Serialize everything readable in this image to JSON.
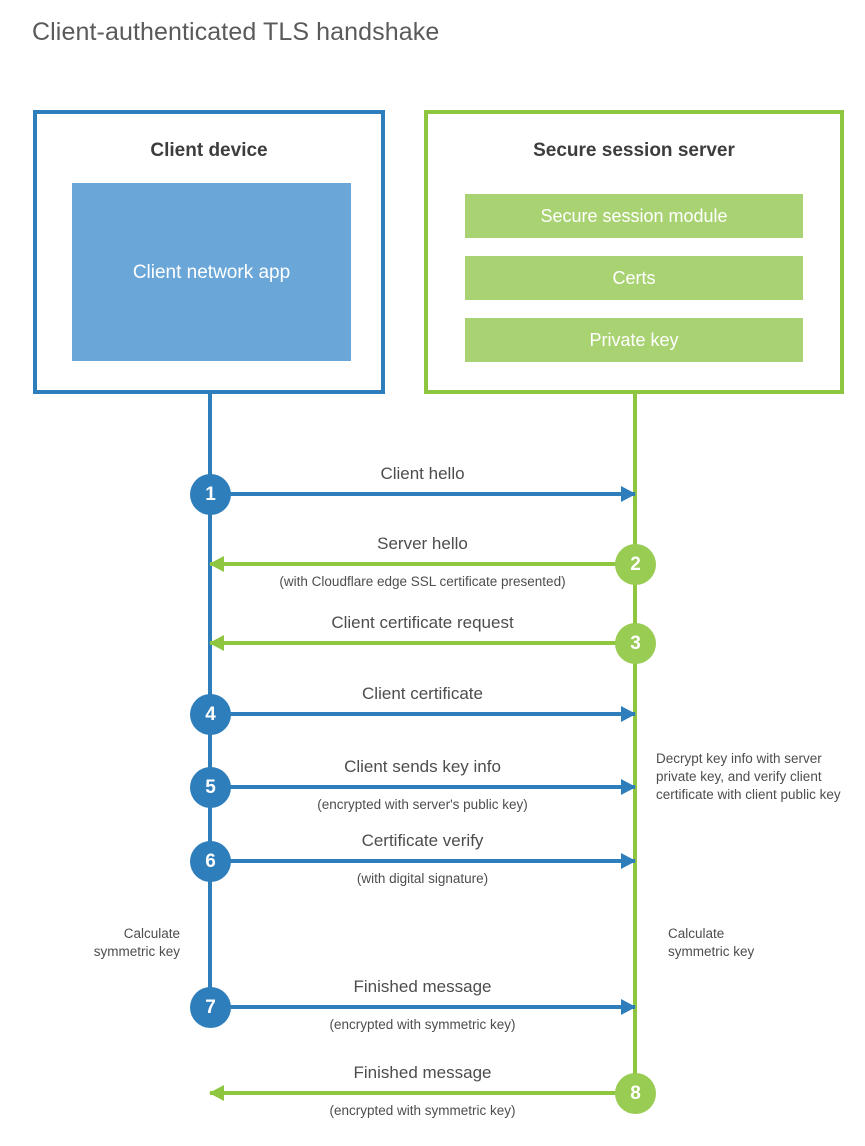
{
  "title": "Client-authenticated TLS handshake",
  "colors": {
    "client_blue": "#2e7ebc",
    "client_app_fill": "#6aa7d8",
    "server_green": "#8ec640",
    "server_bar_fill": "#a9d373",
    "step_circle_green": "#99cc52",
    "text": "#4d4d4d"
  },
  "client": {
    "title": "Client device",
    "app_label": "Client network\napp"
  },
  "server": {
    "title": "Secure session server",
    "components": [
      "Secure session module",
      "Certs",
      "Private key"
    ]
  },
  "messages": [
    {
      "step": "1",
      "label": "Client hello",
      "sublabel": "",
      "direction": "client-to-server",
      "origin": "client"
    },
    {
      "step": "2",
      "label": "Server hello",
      "sublabel": "(with Cloudflare edge SSL certificate presented)",
      "direction": "server-to-client",
      "origin": "server"
    },
    {
      "step": "3",
      "label": "Client certificate request",
      "sublabel": "",
      "direction": "server-to-client",
      "origin": "server"
    },
    {
      "step": "4",
      "label": "Client certificate",
      "sublabel": "",
      "direction": "client-to-server",
      "origin": "client"
    },
    {
      "step": "5",
      "label": "Client sends key info",
      "sublabel": "(encrypted with server's public key)",
      "direction": "client-to-server",
      "origin": "client"
    },
    {
      "step": "6",
      "label": "Certificate verify",
      "sublabel": "(with digital signature)",
      "direction": "client-to-server",
      "origin": "client"
    },
    {
      "step": "7",
      "label": "Finished message",
      "sublabel": "(encrypted with symmetric key)",
      "direction": "client-to-server",
      "origin": "client"
    },
    {
      "step": "8",
      "label": "Finished message",
      "sublabel": "(encrypted with symmetric key)",
      "direction": "server-to-client",
      "origin": "server"
    }
  ],
  "notes": {
    "server_decrypt": "Decrypt key info with server private key, and verify client certificate with client public key",
    "client_calculate": "Calculate\nsymmetric key",
    "server_calculate": "Calculate\nsymmetric key"
  }
}
